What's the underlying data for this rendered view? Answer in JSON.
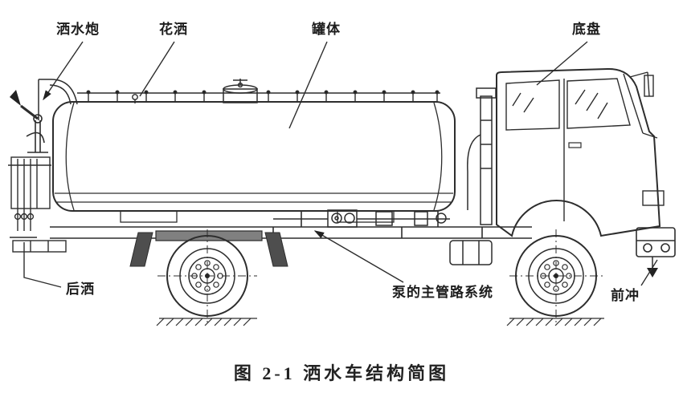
{
  "figure": {
    "caption": "图 2-1 洒水车结构简图",
    "labels": {
      "water_cannon": "洒水炮",
      "sprinkler": "花洒",
      "tank": "罐体",
      "chassis": "底盘",
      "rear_spray": "后洒",
      "pump_pipeline": "泵的主管路系统",
      "front_flush": "前冲"
    }
  }
}
